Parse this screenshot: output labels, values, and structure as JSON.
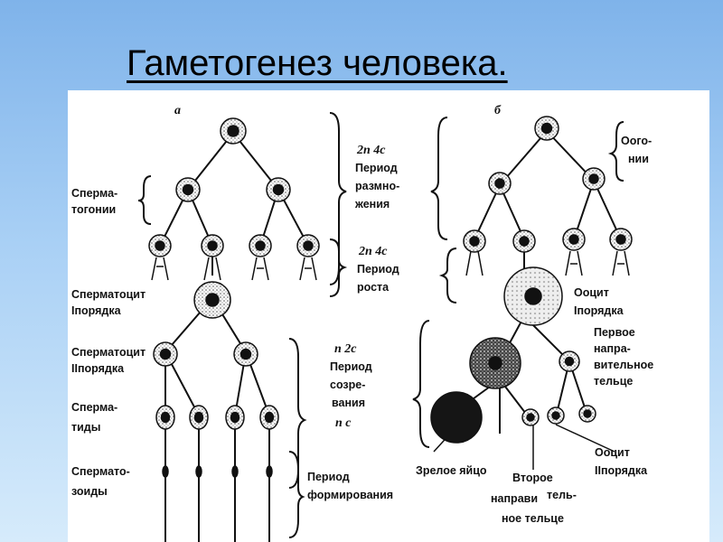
{
  "title": "Гаметогенез человека.",
  "panel_a": {
    "letter": "а",
    "spermatogonia": [
      "Сперма-",
      "тогонии"
    ],
    "spermatocyte_1": [
      "Сперматоцит",
      "Iпорядка"
    ],
    "spermatocyte_2": [
      "Сперматоцит",
      "IIпорядка"
    ],
    "spermatids": [
      "Сперма-",
      "тиды"
    ],
    "spermatozoa": [
      "Спермато-",
      "зоиды"
    ]
  },
  "panel_b": {
    "letter": "б",
    "oogonia": [
      "Оого-",
      "нии"
    ],
    "oocyte_1": [
      "Ооцит",
      "Iпорядка"
    ],
    "first_polar_body": [
      "Первое",
      "напра-",
      "вительное",
      "тельце"
    ],
    "oocyte_2": [
      "Ооцит",
      "IIпорядка"
    ],
    "mature_egg": "Зрелое яйцо",
    "second_polar_body": [
      "Второе",
      "направи",
      "тель-",
      "ное тельце"
    ]
  },
  "periods": {
    "reproduction": [
      "2n 4c",
      "Период",
      "размно-",
      "жения"
    ],
    "growth": [
      "2n 4c",
      "Период",
      "роста"
    ],
    "maturation": [
      "n 2c",
      "Период",
      "созре-",
      "вания",
      "n c"
    ],
    "formation": [
      "Период",
      "формирования"
    ]
  },
  "colors": {
    "ink": "#111111",
    "background_top": "#7fb3ea",
    "panel": "#ffffff"
  }
}
